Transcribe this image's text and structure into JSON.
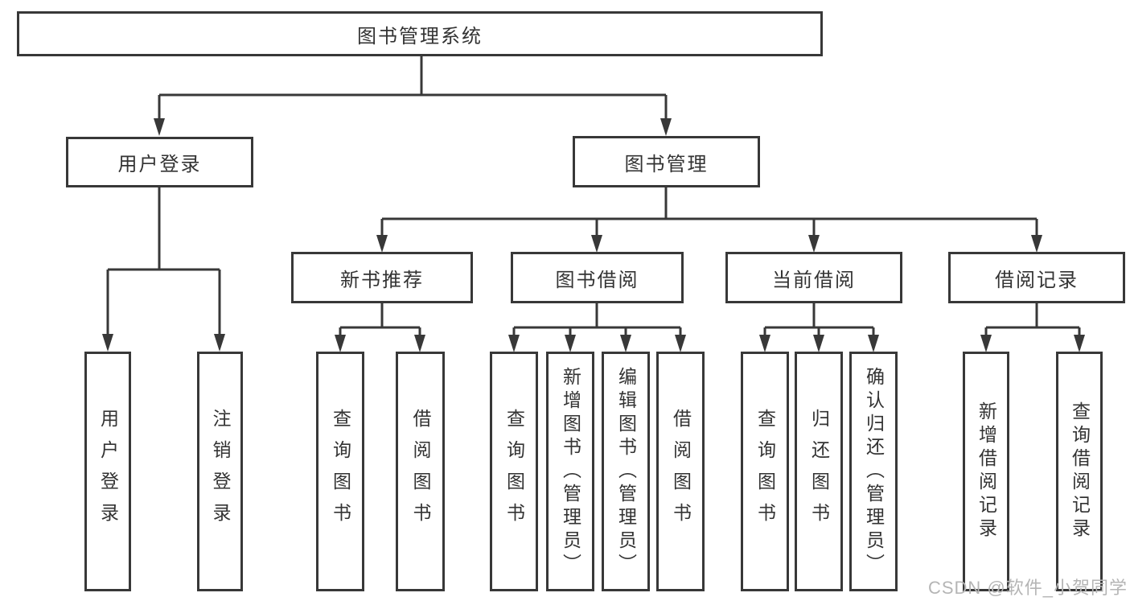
{
  "tree": {
    "label": "图书管理系统",
    "children": [
      {
        "label": "用户登录",
        "children": [
          {
            "label": "用户登录"
          },
          {
            "label": "注销登录"
          }
        ]
      },
      {
        "label": "图书管理",
        "children": [
          {
            "label": "新书推荐",
            "children": [
              {
                "label": "查询图书"
              },
              {
                "label": "借阅图书"
              }
            ]
          },
          {
            "label": "图书借阅",
            "children": [
              {
                "label": "查询图书"
              },
              {
                "label": "新增图书（管理员）"
              },
              {
                "label": "编辑图书（管理员）"
              },
              {
                "label": "借阅图书"
              }
            ]
          },
          {
            "label": "当前借阅",
            "children": [
              {
                "label": "查询图书"
              },
              {
                "label": "归还图书"
              },
              {
                "label": "确认归还（管理员）"
              }
            ]
          },
          {
            "label": "借阅记录",
            "children": [
              {
                "label": "新增借阅记录"
              },
              {
                "label": "查询借阅记录"
              }
            ]
          }
        ]
      }
    ]
  },
  "watermark": {
    "text": "CSDN @软件_小贺同学"
  },
  "diagram": {
    "type": "hierarchy-tree",
    "colors": {
      "line": "#383838",
      "text": "#333333",
      "watermark": "#b5b5b5",
      "background": "#ffffff"
    }
  }
}
